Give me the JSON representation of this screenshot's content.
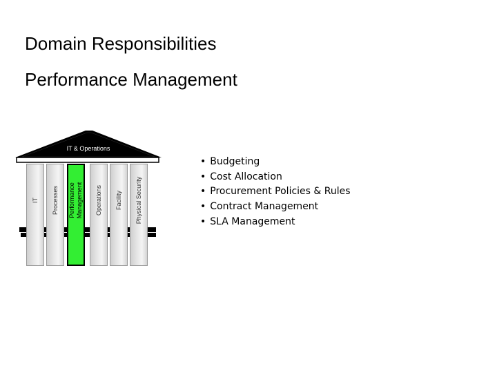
{
  "slide": {
    "title": "Domain Responsibilities",
    "subtitle": "Performance Management"
  },
  "temple": {
    "roof_label": "IT & Operations",
    "pillars": [
      {
        "label": "IT",
        "highlighted": false
      },
      {
        "label": "Processes",
        "highlighted": false
      },
      {
        "label": "Performance Management",
        "highlighted": true
      },
      {
        "label": "Operations",
        "highlighted": false
      },
      {
        "label": "Facility",
        "highlighted": false
      },
      {
        "label": "Physical Security",
        "highlighted": false
      }
    ],
    "colors": {
      "roof": "#000000",
      "pillar": "#e6e6e6",
      "pillar_border": "#999999",
      "highlight": "#33ee33",
      "highlight_border": "#000000",
      "base": "#000000"
    }
  },
  "bullets": [
    "Budgeting",
    "Cost Allocation",
    "Procurement Policies & Rules",
    "Contract Management",
    "SLA Management"
  ]
}
